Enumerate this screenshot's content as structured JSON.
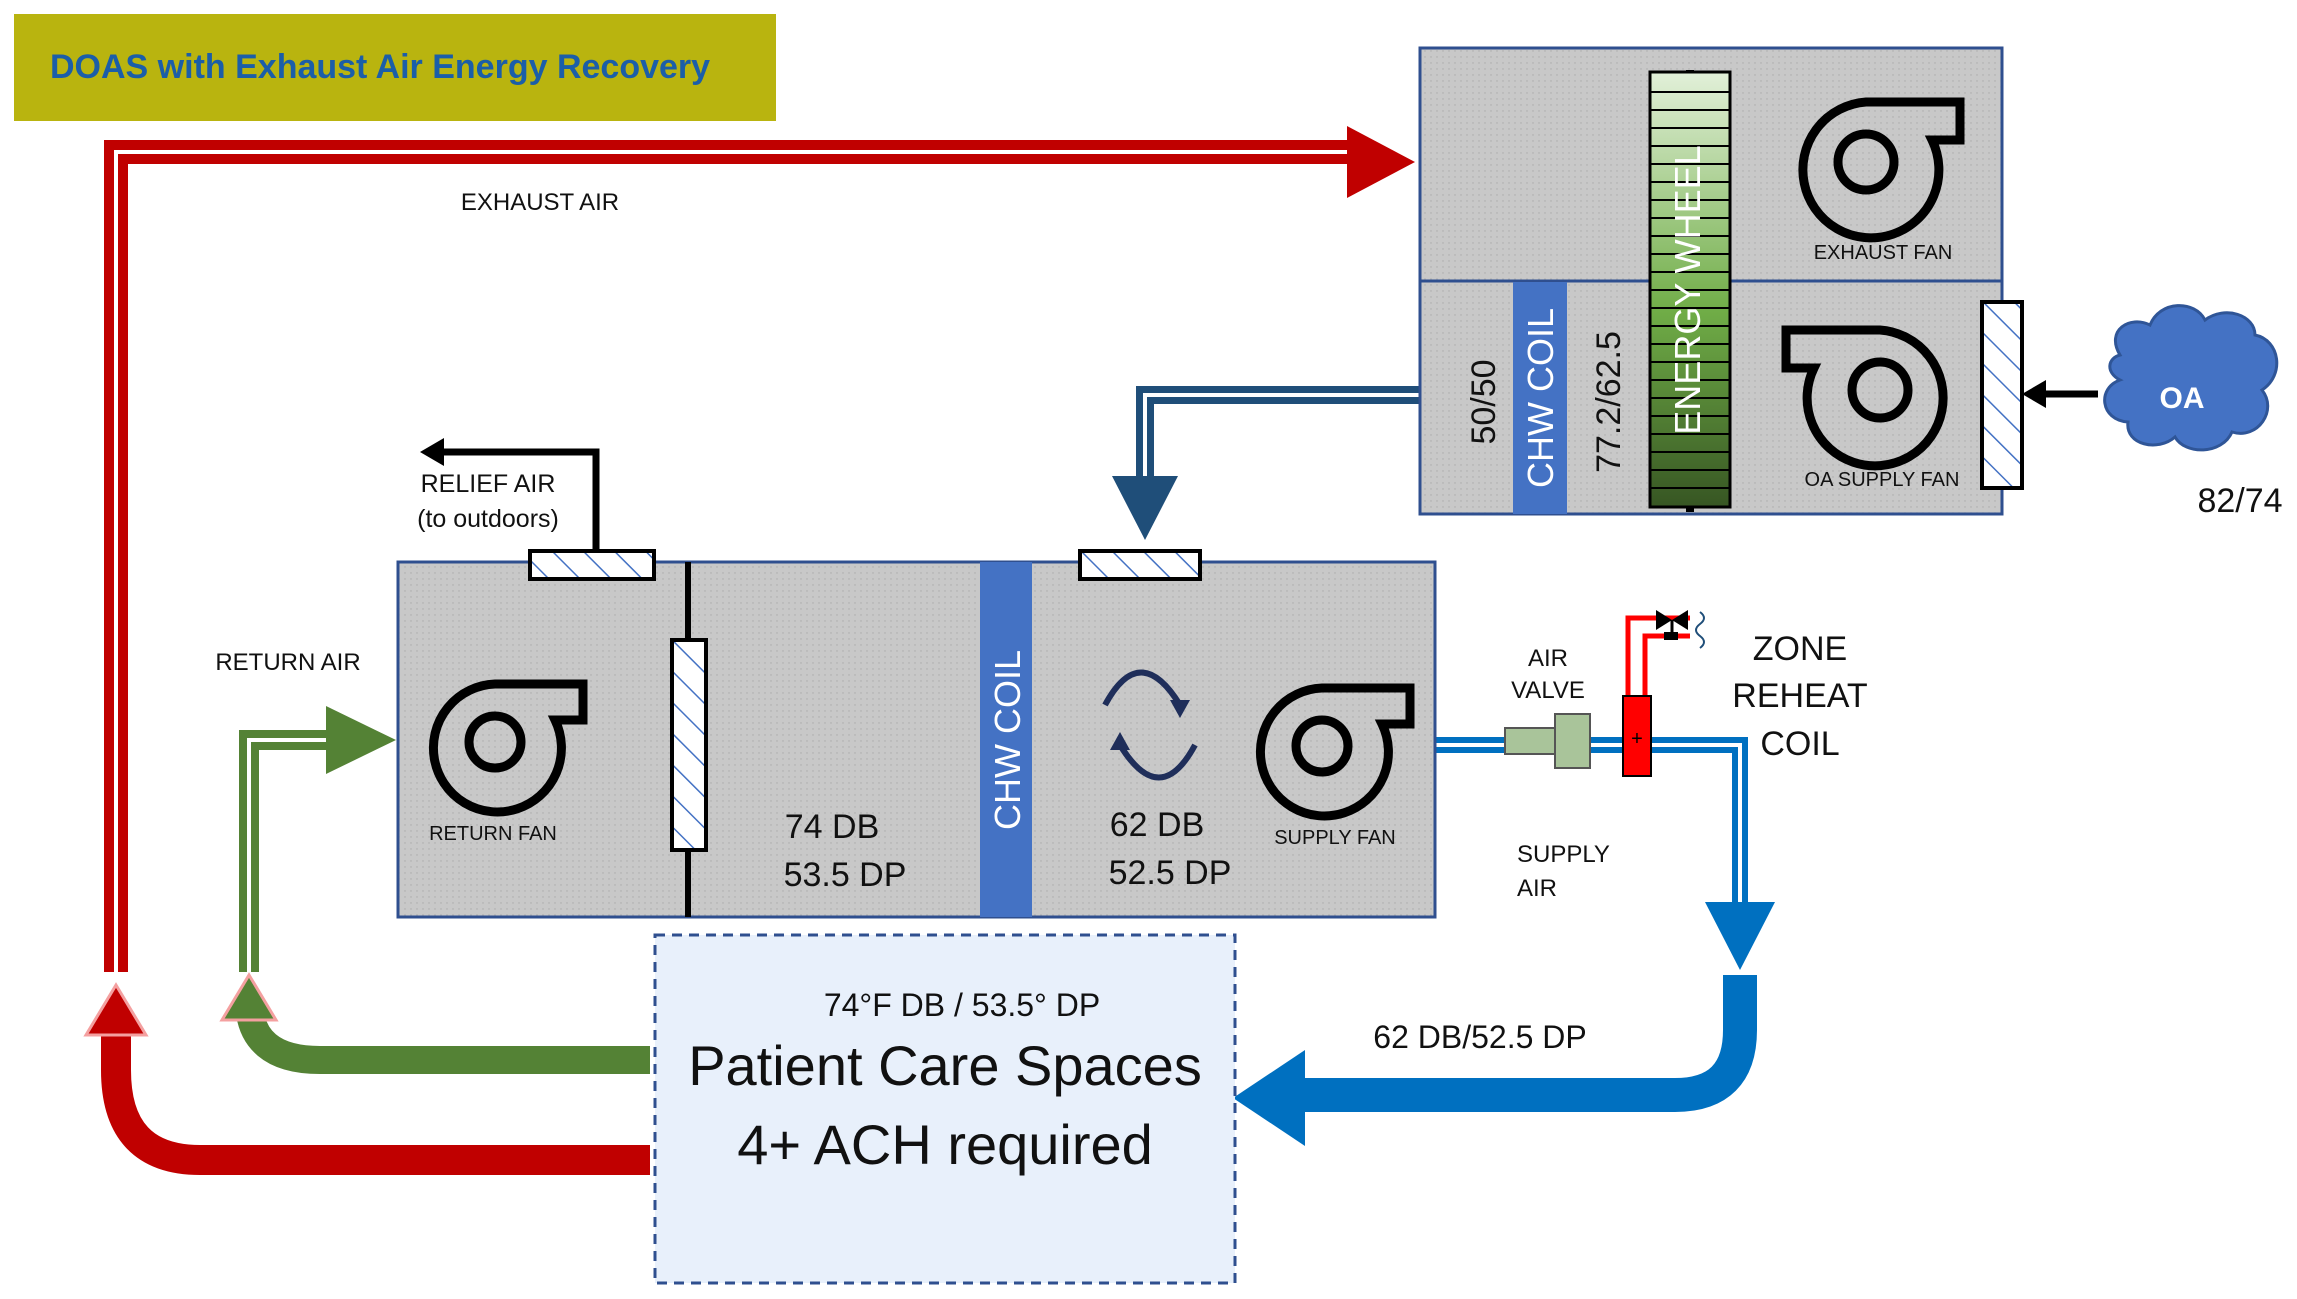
{
  "title": "DOAS with Exhaust Air Energy Recovery",
  "labels": {
    "exhaust_air": "EXHAUST AIR",
    "relief_air": "RELIEF AIR",
    "relief_air_sub": "(to outdoors)",
    "return_air": "RETURN AIR",
    "return_fan": "RETURN FAN",
    "supply_fan": "SUPPLY FAN",
    "exhaust_fan": "EXHAUST FAN",
    "oa_supply_fan": "OA SUPPLY FAN",
    "energy_wheel": "ENERGY WHEEL",
    "chw_coil_ahu": "CHW COIL",
    "chw_coil_doas": "CHW COIL",
    "oa": "OA",
    "oa_condition": "82/74",
    "after_wheel": "77.2/62.5",
    "after_doas_coil": "50/50",
    "mixed_db": "74 DB",
    "mixed_dp": "53.5 DP",
    "supply_db": "62 DB",
    "supply_dp": "52.5 DP",
    "air_valve_1": "AIR",
    "air_valve_2": "VALVE",
    "zone_reheat_1": "ZONE",
    "zone_reheat_2": "REHEAT",
    "zone_reheat_3": "COIL",
    "supply_air_1": "SUPPLY",
    "supply_air_2": "AIR",
    "room_supply": "62 DB/52.5 DP",
    "room_condition": "74°F DB /  53.5° DP",
    "room_name": "Patient Care Spaces",
    "room_ach": "4+ ACH required"
  },
  "colors": {
    "banner": "#b9b40f",
    "banner_text": "#1b5ea8",
    "exhaust": "#c00000",
    "return": "#548235",
    "supply": "#0070c0",
    "outdoor": "#1f4e79",
    "coil": "#4472c4",
    "unit_fill": "#c8c8c8",
    "unit_border": "#2f4f8f",
    "wheel": "#70ad47",
    "room_fill": "#e8f0fb"
  }
}
